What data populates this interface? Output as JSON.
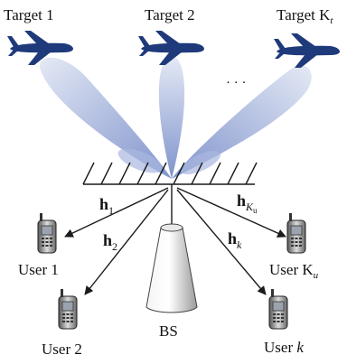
{
  "targets": [
    {
      "label_main": "Target 1",
      "label_sub": ""
    },
    {
      "label_main": "Target 2",
      "label_sub": ""
    },
    {
      "label_main": "Target K",
      "label_sub": "t"
    }
  ],
  "ellipsis": "· · ·",
  "channels": [
    {
      "main": "h",
      "sub": "1"
    },
    {
      "main": "h",
      "sub": "2"
    },
    {
      "main": "h",
      "sub": "K",
      "subsub": "u"
    },
    {
      "main": "h",
      "sub": "k"
    }
  ],
  "users": [
    {
      "label_main": "User 1",
      "label_sub": ""
    },
    {
      "label_main": "User 2",
      "label_sub": ""
    },
    {
      "label_main": "User K",
      "label_sub": "u"
    },
    {
      "label_main": "User ",
      "label_sub": "k"
    }
  ],
  "base_station": {
    "label": "BS"
  },
  "colors": {
    "plane": "#1f3a7a",
    "beam": "#9fb0dc",
    "beam_edge": "#d7deef",
    "line": "#1a1a1a"
  }
}
